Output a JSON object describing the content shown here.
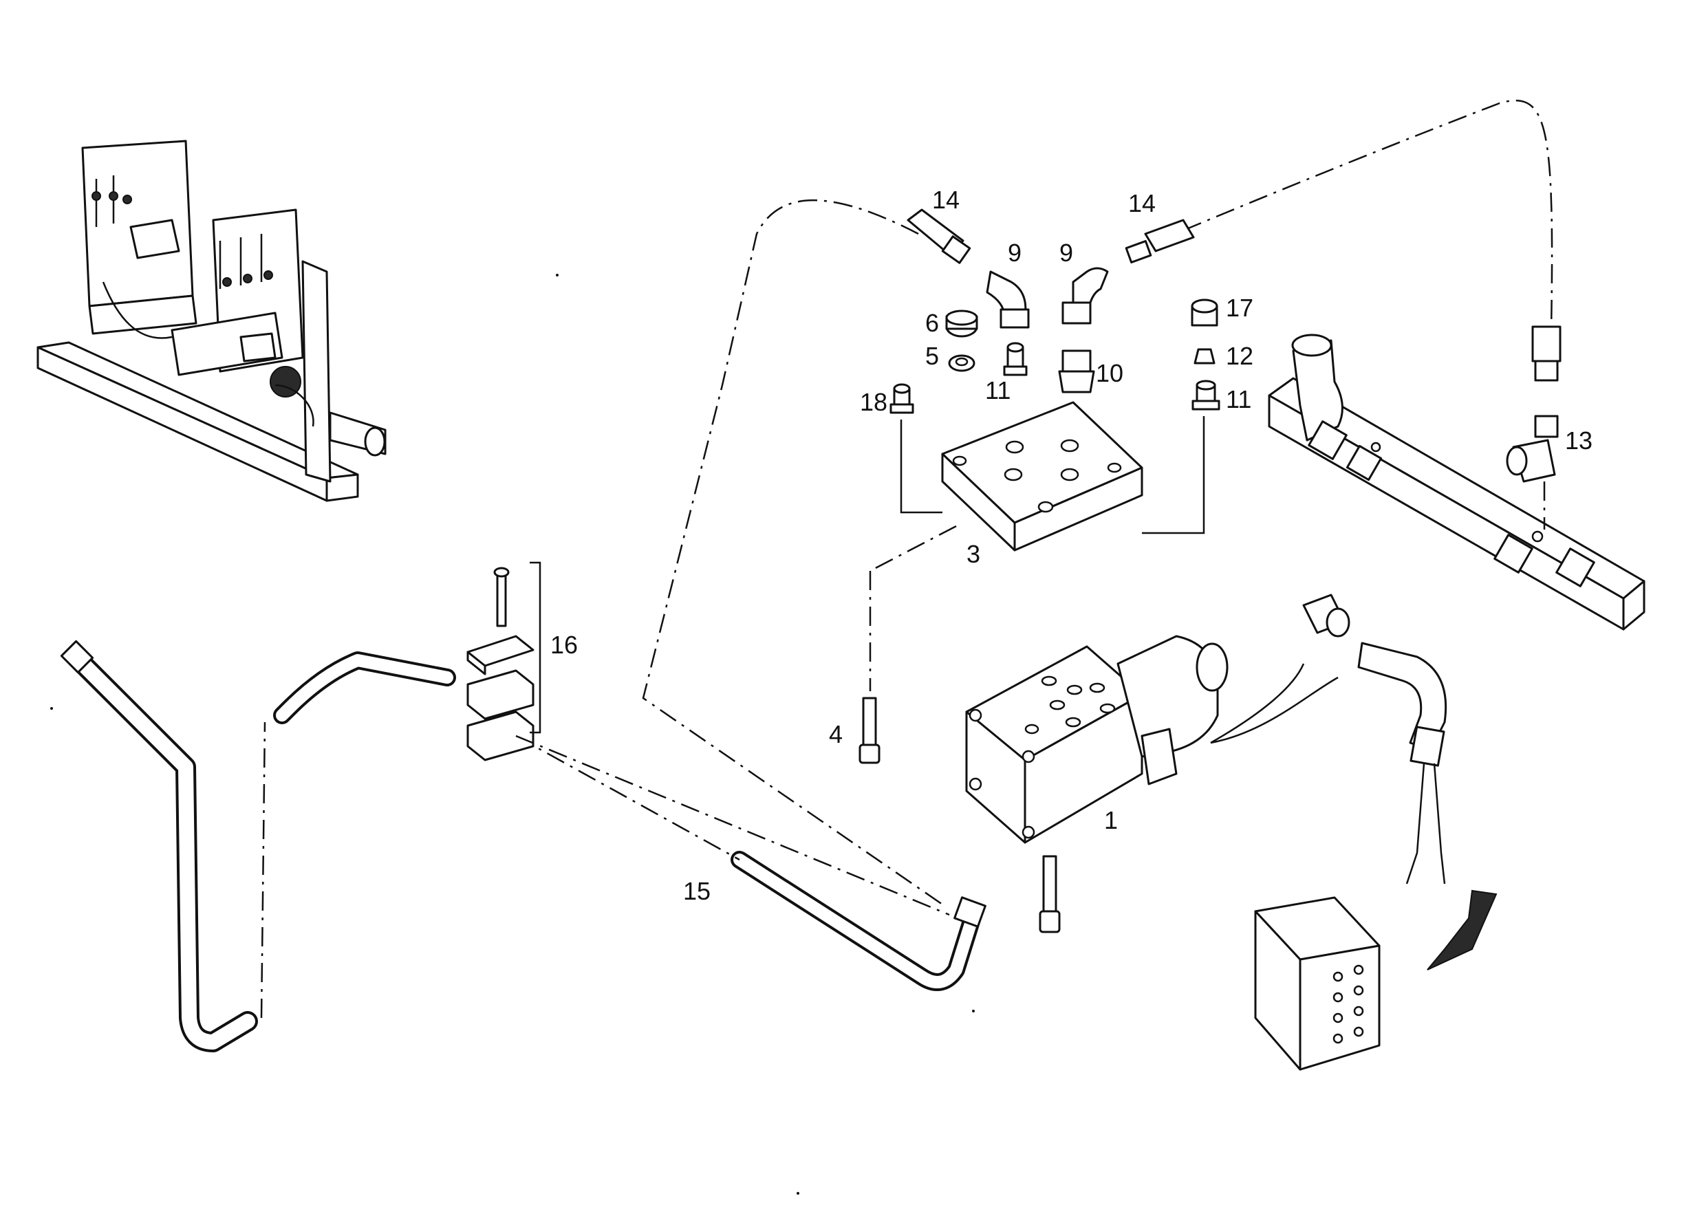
{
  "drawing": {
    "callouts": [
      {
        "id": "c1",
        "text": "1"
      },
      {
        "id": "c3",
        "text": "3"
      },
      {
        "id": "c4",
        "text": "4"
      },
      {
        "id": "c5",
        "text": "5"
      },
      {
        "id": "c6",
        "text": "6"
      },
      {
        "id": "c9a",
        "text": "9"
      },
      {
        "id": "c9b",
        "text": "9"
      },
      {
        "id": "c10",
        "text": "10"
      },
      {
        "id": "c11a",
        "text": "11"
      },
      {
        "id": "c11b",
        "text": "11"
      },
      {
        "id": "c12",
        "text": "12"
      },
      {
        "id": "c13",
        "text": "13"
      },
      {
        "id": "c14a",
        "text": "14"
      },
      {
        "id": "c14b",
        "text": "14"
      },
      {
        "id": "c15",
        "text": "15"
      },
      {
        "id": "c16",
        "text": "16"
      },
      {
        "id": "c17",
        "text": "17"
      },
      {
        "id": "c18",
        "text": "18"
      }
    ],
    "colors": {
      "ink": "#111111",
      "paper": "#ffffff",
      "shade": "#2a2a2a"
    }
  }
}
